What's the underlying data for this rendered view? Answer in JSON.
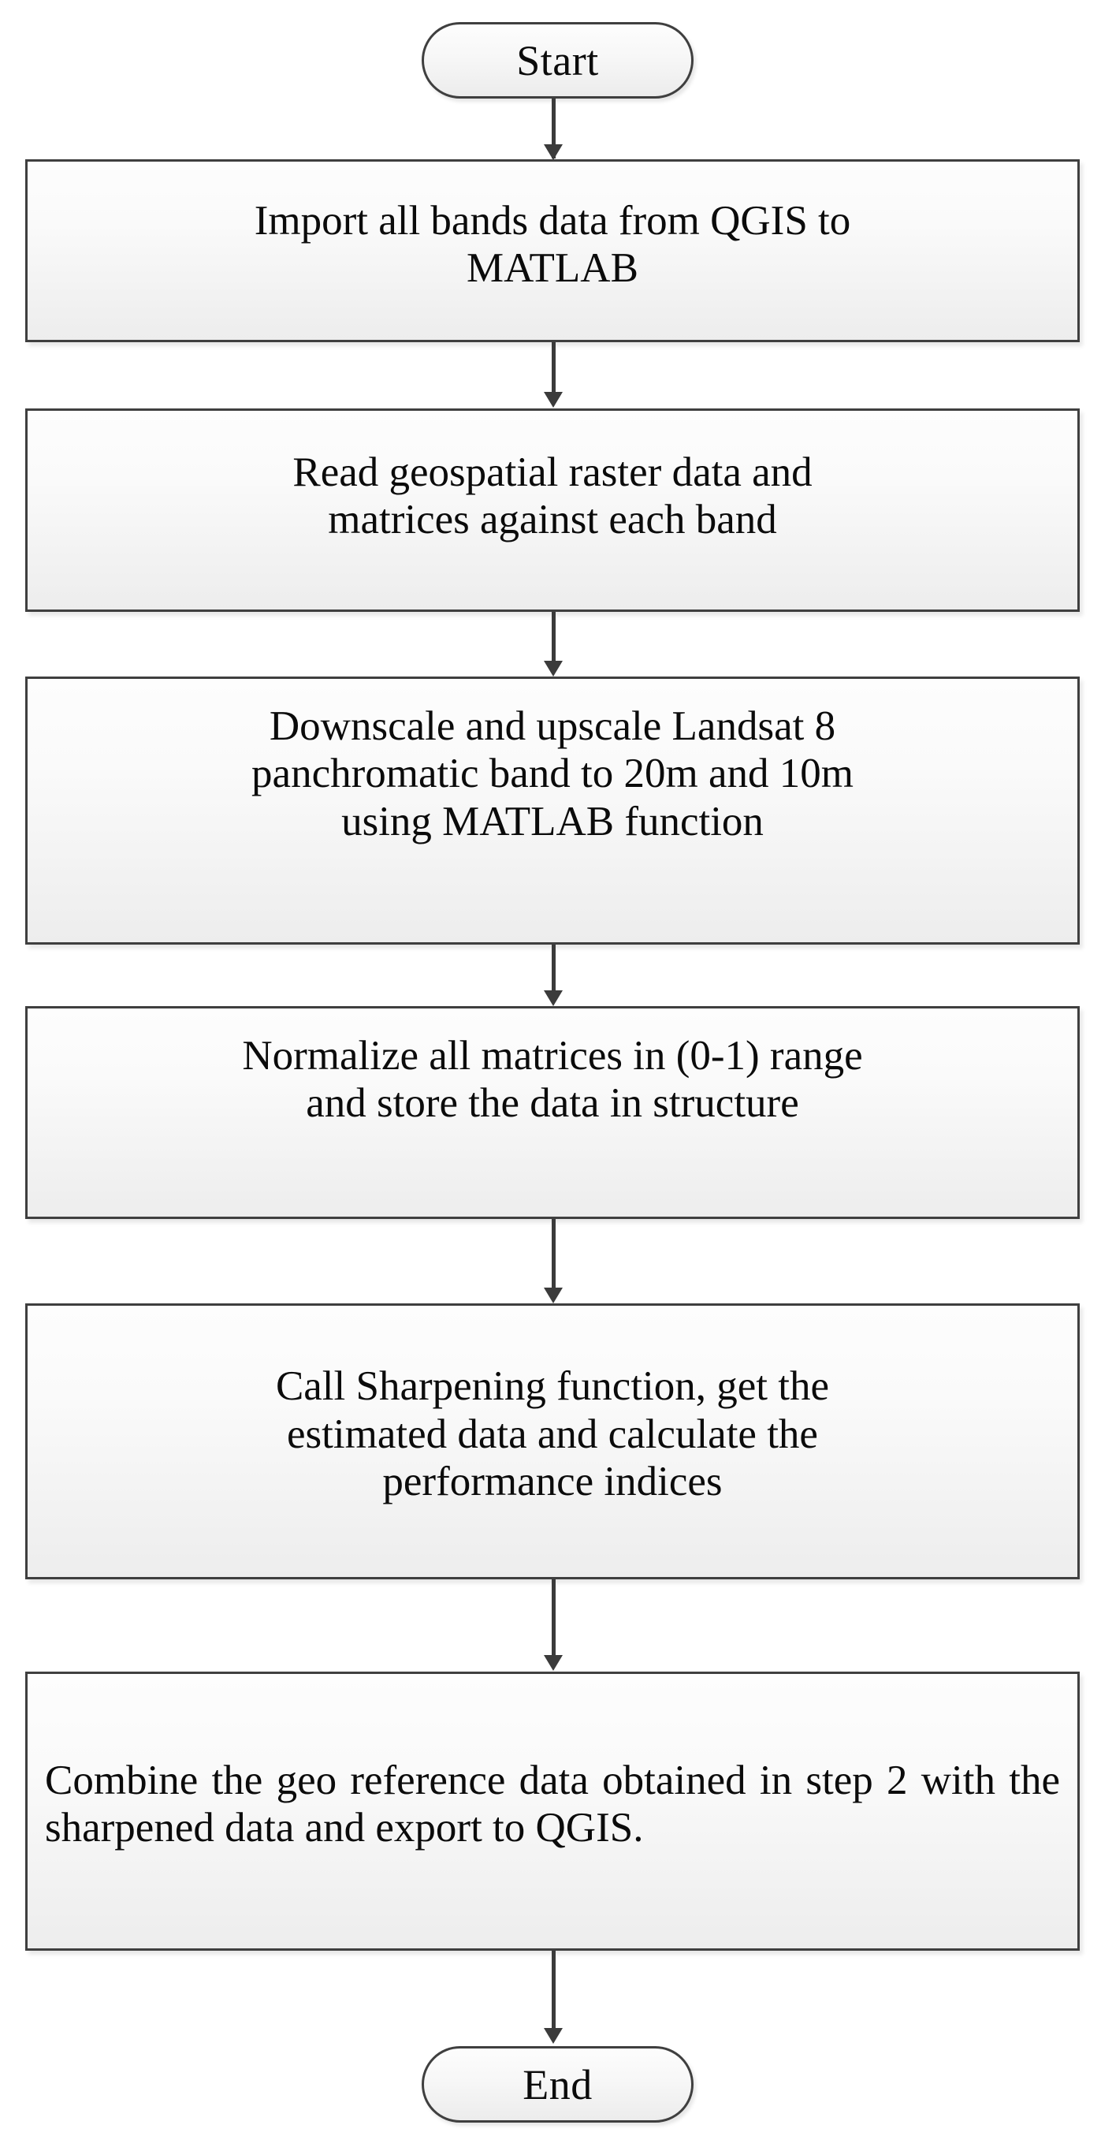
{
  "diagram": {
    "kind": "flowchart",
    "orientation": "top-to-bottom",
    "node_fill_top": "#fdfdfd",
    "node_fill_bottom": "#ececec",
    "node_border_color": "#3f3f3f",
    "connector_color": "#3b3b3b",
    "text_color": "#0b0b0b",
    "background": "#ffffff"
  },
  "nodes": {
    "start": {
      "shape": "terminator",
      "label": "Start"
    },
    "step1": {
      "shape": "process",
      "label": "Import all bands data from QGIS to\nMATLAB",
      "align": "center"
    },
    "step2": {
      "shape": "process",
      "label": "Read geospatial raster data and\nmatrices against each band",
      "align": "center"
    },
    "step3": {
      "shape": "process",
      "label": "Downscale and upscale Landsat 8\npanchromatic band to 20m and 10m\nusing MATLAB function",
      "align": "center"
    },
    "step4": {
      "shape": "process",
      "label": "Normalize all matrices in (0-1) range\nand store the data in structure",
      "align": "center"
    },
    "step5": {
      "shape": "process",
      "label": "Call Sharpening function, get the\nestimated data and calculate the\nperformance indices",
      "align": "center"
    },
    "step6": {
      "shape": "process",
      "label": "Combine the geo reference data obtained in step 2 with the sharpened data and export to QGIS.",
      "align": "justify"
    },
    "end": {
      "shape": "terminator",
      "label": "End"
    }
  },
  "edges": [
    {
      "from": "start",
      "to": "step1",
      "arrow": "down"
    },
    {
      "from": "step1",
      "to": "step2",
      "arrow": "down"
    },
    {
      "from": "step2",
      "to": "step3",
      "arrow": "down"
    },
    {
      "from": "step3",
      "to": "step4",
      "arrow": "down"
    },
    {
      "from": "step4",
      "to": "step5",
      "arrow": "down"
    },
    {
      "from": "step5",
      "to": "step6",
      "arrow": "down"
    },
    {
      "from": "step6",
      "to": "end",
      "arrow": "down"
    }
  ]
}
